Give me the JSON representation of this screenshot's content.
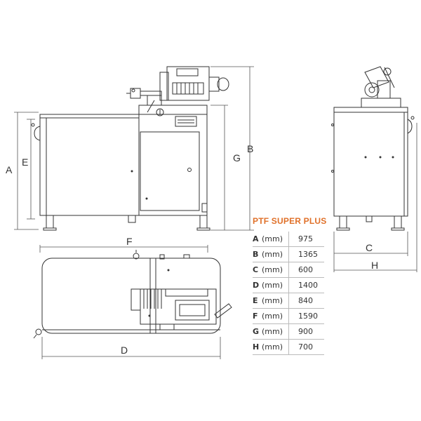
{
  "dimension_letters": {
    "A": "A",
    "B": "B",
    "C": "C",
    "D": "D",
    "E": "E",
    "F": "F",
    "G": "G",
    "H": "H"
  },
  "spec_table": {
    "title": "PTF SUPER PLUS",
    "rows": [
      {
        "key": "A",
        "unit": "(mm)",
        "value": "975"
      },
      {
        "key": "B",
        "unit": "(mm)",
        "value": "1365"
      },
      {
        "key": "C",
        "unit": "(mm)",
        "value": "600"
      },
      {
        "key": "D",
        "unit": "(mm)",
        "value": "1400"
      },
      {
        "key": "E",
        "unit": "(mm)",
        "value": "840"
      },
      {
        "key": "F",
        "unit": "(mm)",
        "value": "1590"
      },
      {
        "key": "G",
        "unit": "(mm)",
        "value": "900"
      },
      {
        "key": "H",
        "unit": "(mm)",
        "value": "700"
      }
    ]
  },
  "colors": {
    "accent": "#e0712a",
    "line": "#333333"
  }
}
